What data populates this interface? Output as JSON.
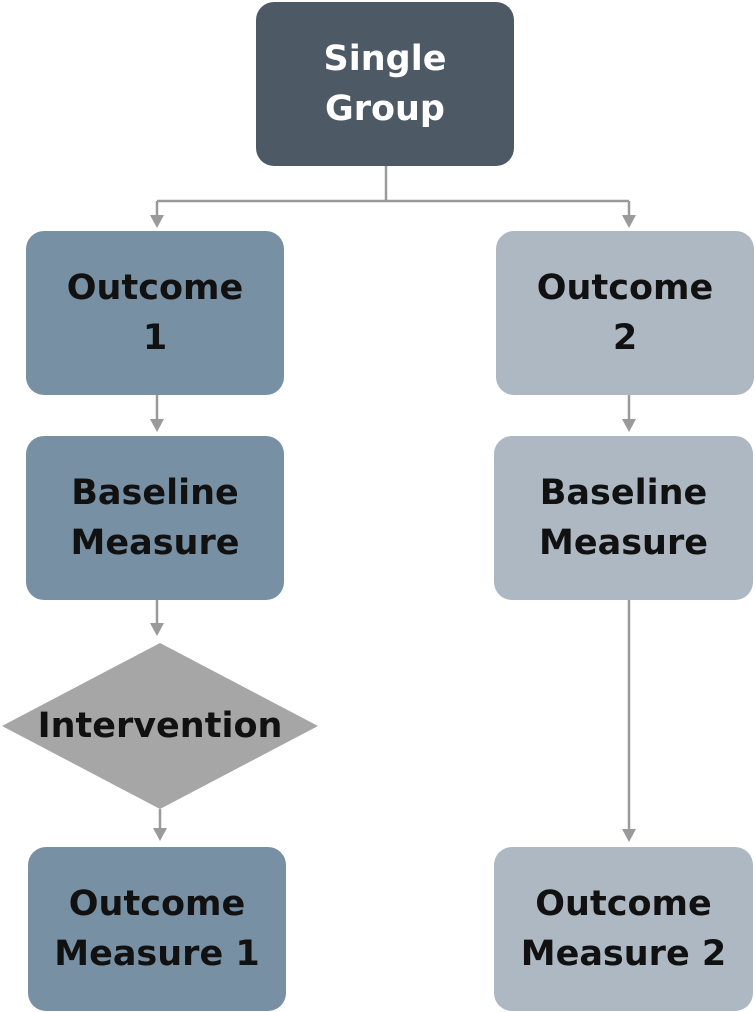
{
  "nodes": {
    "single_group": {
      "line1": "Single",
      "line2": "Group"
    },
    "outcome_1": {
      "line1": "Outcome",
      "line2": "1"
    },
    "baseline_1": {
      "line1": "Baseline",
      "line2": "Measure"
    },
    "intervention": {
      "label": "Intervention"
    },
    "outcome_measure_1": {
      "line1": "Outcome",
      "line2": "Measure 1"
    },
    "outcome_2": {
      "line1": "Outcome",
      "line2": "2"
    },
    "baseline_2": {
      "line1": "Baseline",
      "line2": "Measure"
    },
    "outcome_measure_2": {
      "line1": "Outcome",
      "line2": "Measure 2"
    }
  },
  "colors": {
    "root": "#4d5a65",
    "left_branch": "#7890a3",
    "right_branch": "#adb8c3",
    "decision": "#a6a6a6",
    "connector": "#9a9a9a"
  }
}
